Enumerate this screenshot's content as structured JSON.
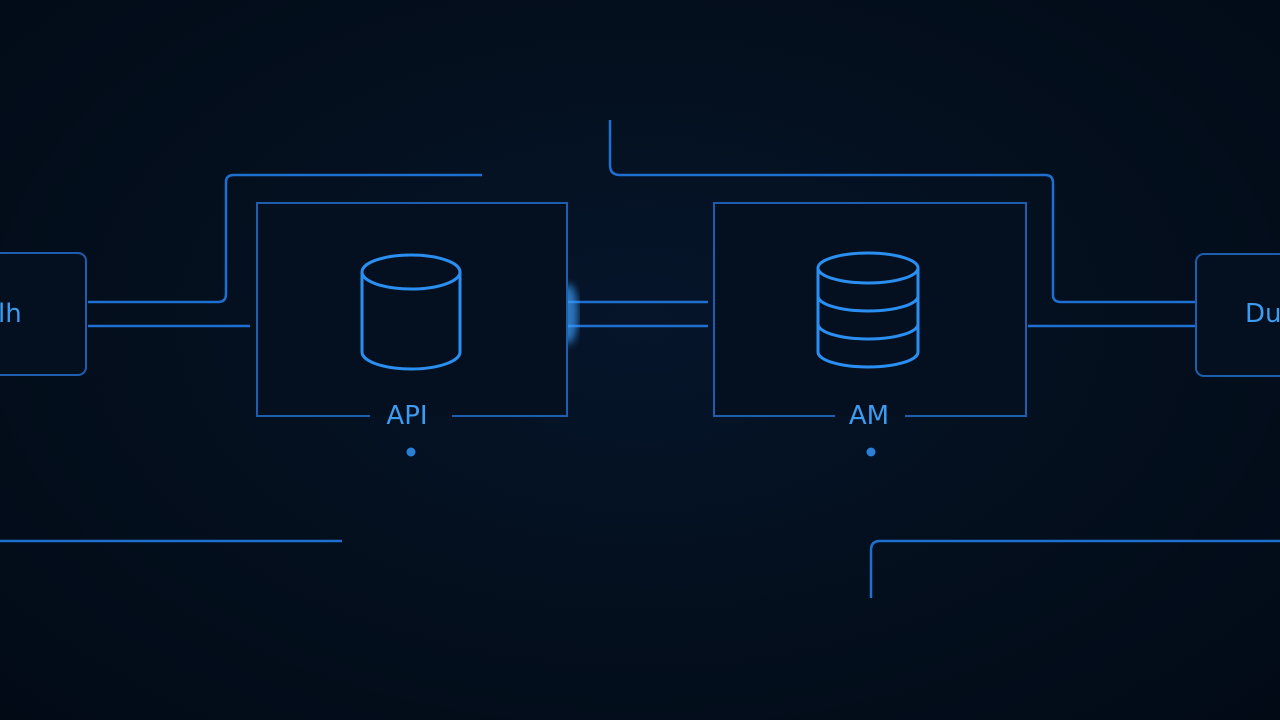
{
  "nodes": [
    {
      "label": "lh",
      "icon": "partial-node"
    },
    {
      "label": "API",
      "icon": "database-cylinder-icon"
    },
    {
      "label": "AM",
      "icon": "database-stack-icon"
    },
    {
      "label": "Du",
      "icon": "partial-node"
    }
  ],
  "colors": {
    "background": "#04101f",
    "line": "#1f6fd0",
    "glow": "#3aa0ff",
    "label": "#3d9bf0"
  }
}
